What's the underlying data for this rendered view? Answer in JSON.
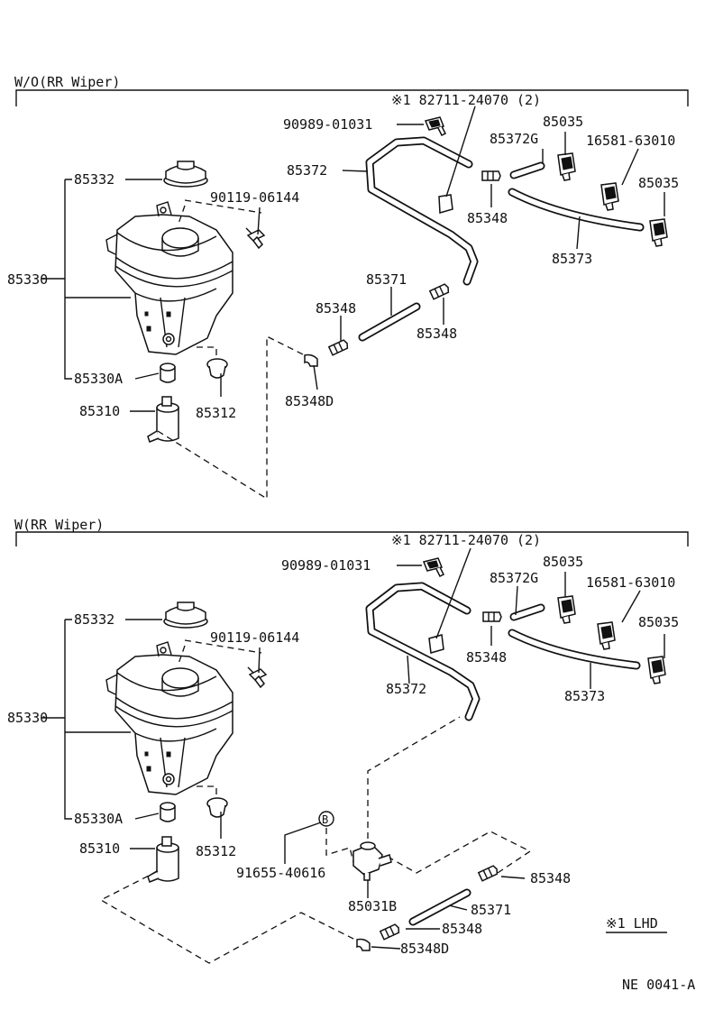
{
  "sections": {
    "top": {
      "heading": "W/O(RR Wiper)",
      "labels": {
        "note_part": "※1 82711-24070 (2)",
        "clip": "90989-01031",
        "nozzle_a": "85035",
        "check_valve": "16581-63010",
        "nozzle_b": "85035",
        "hose_g": "85372G",
        "hose_main": "85372",
        "joint_a": "85348",
        "hose_373": "85373",
        "cap": "85332",
        "bolt": "90119-06144",
        "tank": "85330",
        "hose_371": "85371",
        "joint_b": "85348",
        "joint_c": "85348",
        "strainer": "85330A",
        "joint_d": "85348D",
        "grommet": "85312",
        "motor": "85310"
      }
    },
    "bottom": {
      "heading": "W(RR Wiper)",
      "labels": {
        "note_part": "※1 82711-24070 (2)",
        "clip": "90989-01031",
        "nozzle_a": "85035",
        "check_valve": "16581-63010",
        "nozzle_b": "85035",
        "hose_g": "85372G",
        "hose_main": "85372",
        "joint_a": "85348",
        "hose_373": "85373",
        "cap": "85332",
        "bolt": "90119-06144",
        "tank": "85330",
        "strainer": "85330A",
        "grommet": "85312",
        "motor": "85310",
        "circle_ref": "B",
        "grommet_b": "91655-40616",
        "valve": "85031B",
        "joint_b": "85348",
        "hose_371": "85371",
        "joint_c": "85348",
        "joint_d": "85348D"
      }
    }
  },
  "footnote": "※1 LHD",
  "figure_code": "NE 0041-A"
}
